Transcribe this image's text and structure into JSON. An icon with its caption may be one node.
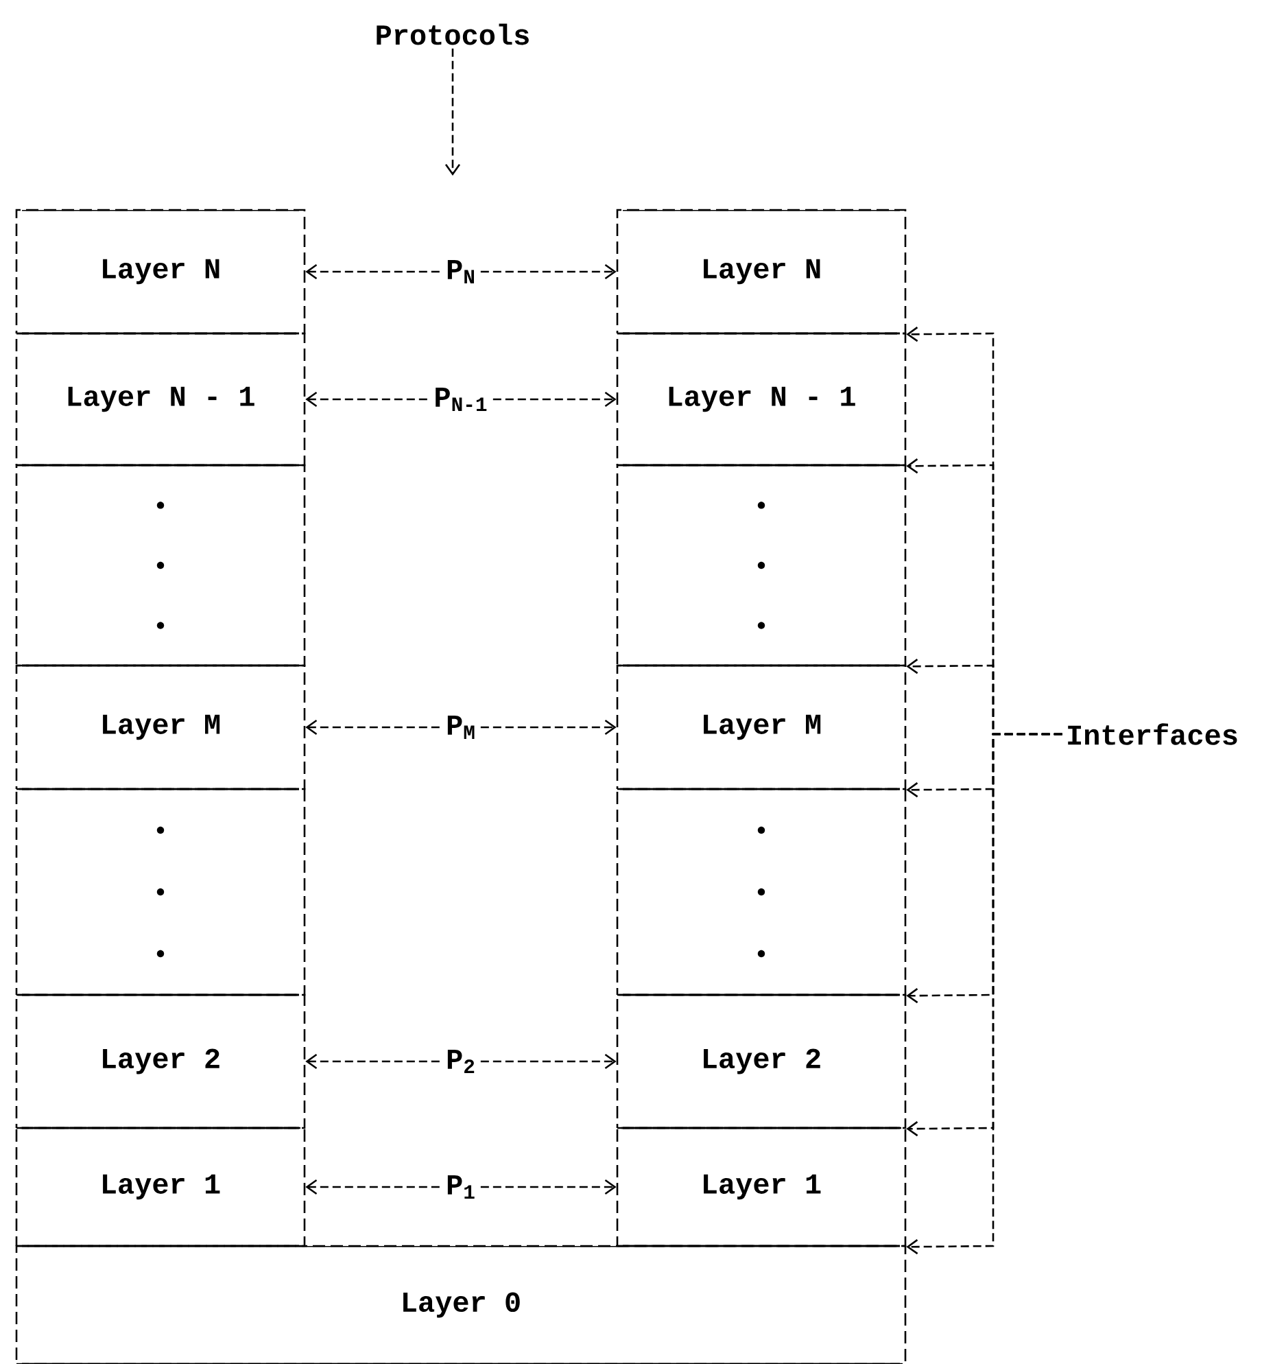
{
  "diagram": {
    "nodes": [
      {
        "text": [
          "Protocols"
        ]
      },
      {
        "text": [
          "Layer N"
        ]
      },
      {
        "text": [
          "Layer N - 1"
        ]
      },
      {
        "text": [],
        "shape": "box"
      },
      {
        "text": [
          "Layer M"
        ]
      },
      {
        "text": [],
        "shape": "box"
      },
      {
        "text": [
          "Layer 2"
        ]
      },
      {
        "text": [
          "Layer 1"
        ]
      },
      {
        "text": [
          "Layer N"
        ]
      },
      {
        "text": [
          "Layer N - 1"
        ]
      },
      {
        "text": [],
        "shape": "box"
      },
      {
        "text": [
          "Layer M"
        ]
      },
      {
        "text": [],
        "shape": "box"
      },
      {
        "text": [
          "Layer 2"
        ]
      },
      {
        "text": [
          "Layer 1"
        ]
      },
      {
        "text": [
          "Layer 0"
        ]
      },
      {
        "text": [
          "Interfaces"
        ]
      }
    ],
    "edges": [
      {
        "from": 0,
        "to": null,
        "arrow": "to"
      },
      {
        "from": 1,
        "to": 8,
        "arrow": "both",
        "label": "P$_{N}$"
      },
      {
        "from": 2,
        "to": 9,
        "arrow": "both",
        "label": "P$_{N-1}$"
      },
      {
        "from": 4,
        "to": 11,
        "arrow": "both",
        "label": "P$_{M}$"
      },
      {
        "from": 6,
        "to": 13,
        "arrow": "both",
        "label": "P$_{2}$"
      },
      {
        "from": 7,
        "to": 14,
        "arrow": "both",
        "label": "P$_{1}$"
      },
      {
        "from": 16,
        "to": 8,
        "arrow": "to"
      },
      {
        "from": 16,
        "to": 9,
        "arrow": "to"
      },
      {
        "from": 16,
        "to": 10,
        "arrow": "to"
      },
      {
        "from": 16,
        "to": 11,
        "arrow": "to"
      },
      {
        "from": 16,
        "to": 12,
        "arrow": "to"
      },
      {
        "from": 16,
        "to": 13,
        "arrow": "to"
      },
      {
        "from": 16,
        "to": 14,
        "arrow": "to"
      }
    ]
  }
}
